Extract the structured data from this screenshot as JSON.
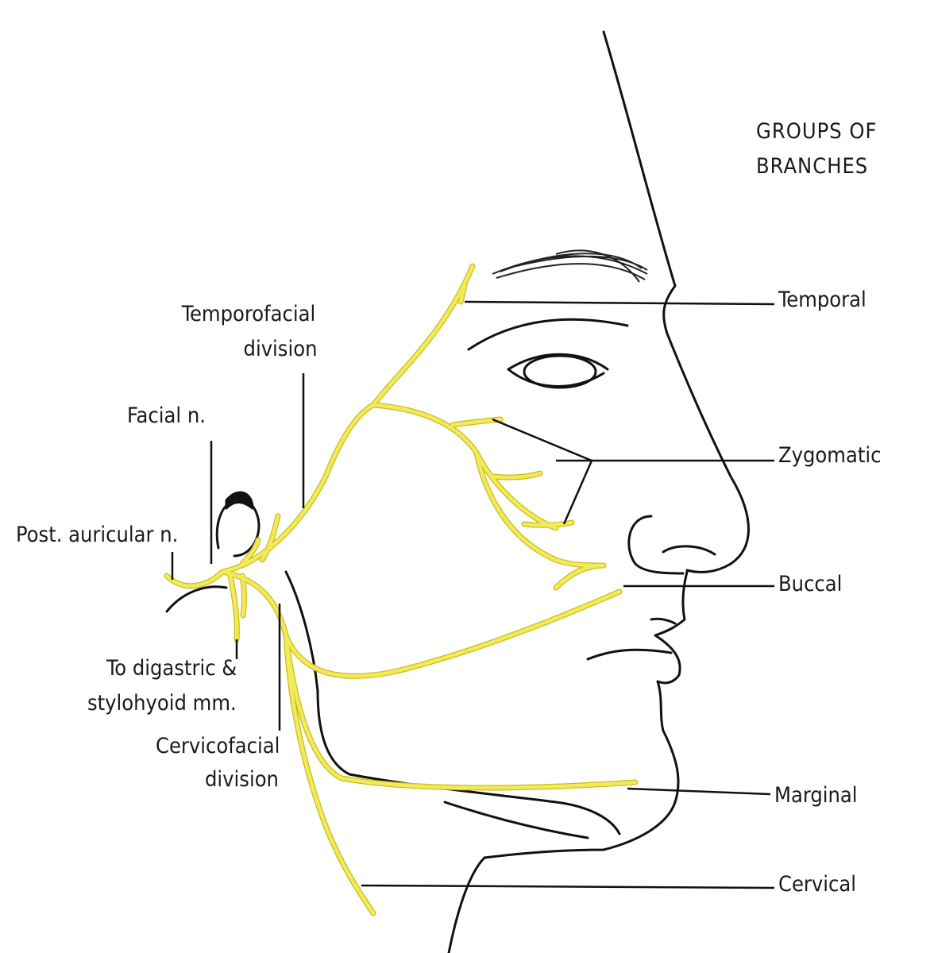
{
  "heading": {
    "line1": "GROUPS OF",
    "line2": "BRANCHES"
  },
  "branch_groups": {
    "temporal": "Temporal",
    "zygomatic": "Zygomatic",
    "buccal": "Buccal",
    "marginal": "Marginal",
    "cervical": "Cervical"
  },
  "left_labels": {
    "temporofacial_1": "Temporofacial",
    "temporofacial_2": "division",
    "facial_n": "Facial n.",
    "post_auricular": "Post. auricular n.",
    "digastric_1": "To digastric &",
    "digastric_2": "stylohyoid mm.",
    "cervicofacial_1": "Cervicofacial",
    "cervicofacial_2": "division"
  },
  "colors": {
    "nerve": "#f2ea5a",
    "nerve_edge": "#c9bd1e",
    "outline": "#111111"
  }
}
